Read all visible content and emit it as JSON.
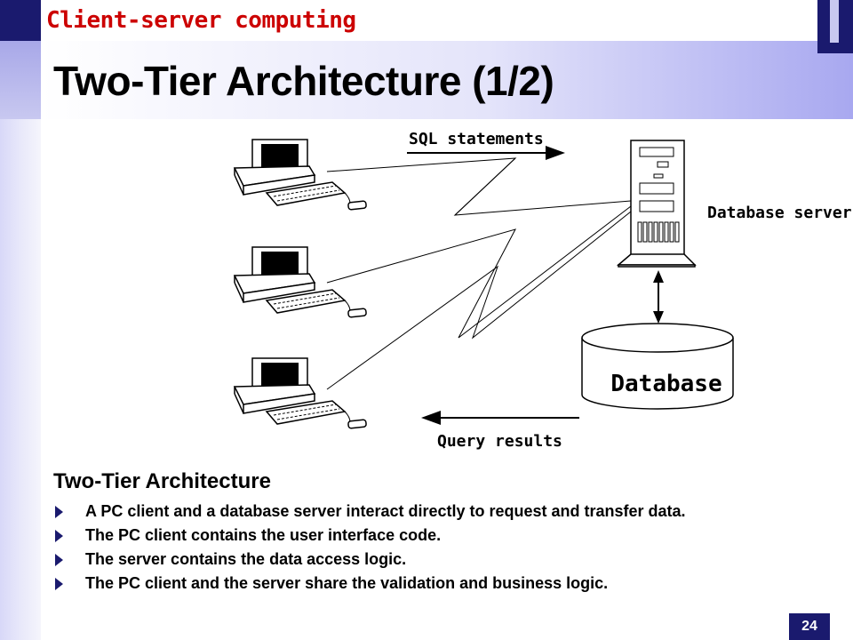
{
  "header": {
    "subtitle": "Client-server computing",
    "title": "Two-Tier Architecture  (1/2)"
  },
  "diagram": {
    "sql_label": "SQL statements",
    "server_label": "Database server",
    "database_label": "Database",
    "results_label": "Query results"
  },
  "content": {
    "heading": "Two-Tier Architecture",
    "bullets": [
      "A PC client and a database server interact directly to request and transfer data.",
      "The PC client contains the user interface code.",
      "The server contains the data access logic.",
      "The PC client and the server share the validation and business logic."
    ]
  },
  "footer": {
    "page_number": "24"
  },
  "colors": {
    "accent": "#1a1a6e",
    "subtitle": "#cc0000"
  }
}
